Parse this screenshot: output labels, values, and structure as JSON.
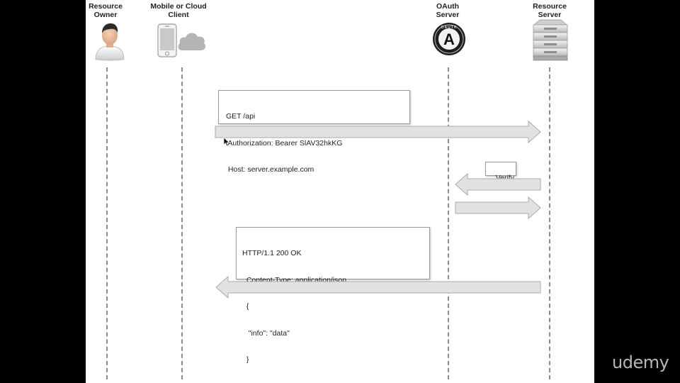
{
  "actors": [
    {
      "id": "resource-owner",
      "label_line1": "Resource",
      "label_line2": "Owner"
    },
    {
      "id": "client",
      "label_line1": "Mobile or Cloud",
      "label_line2": "Client"
    },
    {
      "id": "oauth-server",
      "label_line1": "OAuth",
      "label_line2": "Server"
    },
    {
      "id": "resource-server",
      "label_line1": "Resource",
      "label_line2": "Server"
    }
  ],
  "messages": {
    "request": {
      "lines": [
        "GET /api",
        " Authorization: Bearer SlAV32hkKG",
        " Host: server.example.com"
      ],
      "direction": "client-to-resource-server"
    },
    "verify": {
      "label": "Verify",
      "direction": "resource-server-to-oauth-server"
    },
    "verify_response": {
      "direction": "oauth-server-to-resource-server"
    },
    "response": {
      "lines": [
        "HTTP/1.1 200 OK",
        "  Content-Type: application/json",
        "  {",
        "   \"info\": \"data\"",
        "  }"
      ],
      "direction": "resource-server-to-client"
    }
  },
  "oauth_logo_text": "OAUTH",
  "oauth_logo_letter": "A",
  "watermark": "udemy",
  "colors": {
    "slide_background": "#ffffff",
    "frame_background": "#000000",
    "arrow_fill": "#e2e2e2",
    "arrow_stroke": "#a9a9a9"
  }
}
